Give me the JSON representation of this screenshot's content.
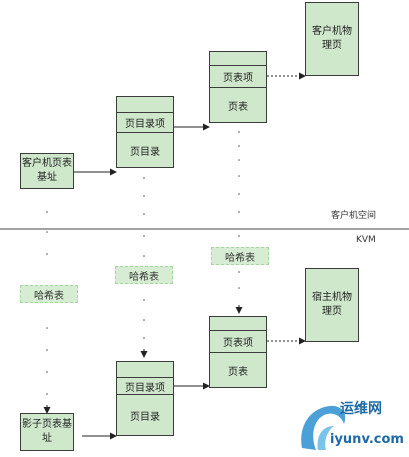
{
  "top": {
    "guest_pt_base": "客户机页表基址",
    "dir_entry": "页目录项",
    "dir": "页目录",
    "pt_entry": "页表项",
    "pt": "页表",
    "guest_phys_page": "客户机物理页"
  },
  "divider": {
    "guest_space_label": "客户机空间",
    "kvm_label": "KVM"
  },
  "bottom": {
    "hash1": "哈希表",
    "hash2": "哈希表",
    "hash3": "哈希表",
    "shadow_pt_base": "影子页表基址",
    "dir_entry": "页目录项",
    "dir": "页目录",
    "pt_entry": "页表项",
    "pt": "页表",
    "host_phys_page": "宿主机物理页"
  },
  "watermark": {
    "name": "运维网",
    "url": "iyunv.com"
  },
  "colors": {
    "box_fill": "#cfe8cc",
    "hash_fill": "#d6ecd3",
    "line": "#3c3c3c"
  }
}
